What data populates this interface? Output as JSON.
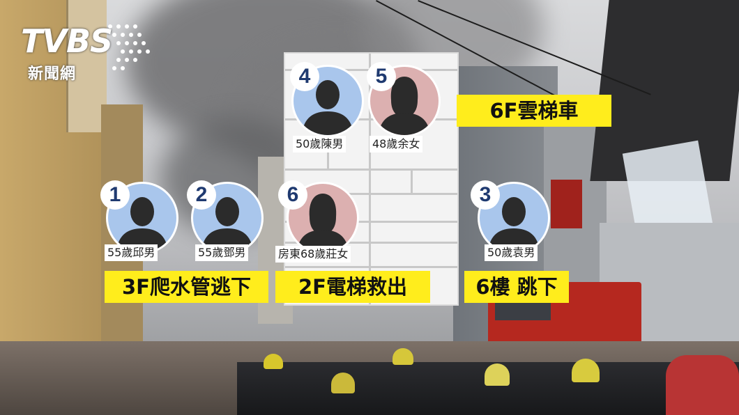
{
  "logo": {
    "brand": "TVBS",
    "subtitle": "新聞網",
    "color": "#ffffff"
  },
  "colors": {
    "caption_bg": "#ffed1c",
    "male_avatar": "#a9c6ec",
    "female_avatar": "#dcb0b0",
    "number_text": "#1f3a70"
  },
  "persons": [
    {
      "number": "1",
      "label": "55歲邱男",
      "gender": "male"
    },
    {
      "number": "2",
      "label": "55歲鄧男",
      "gender": "male"
    },
    {
      "number": "3",
      "label": "50歲袁男",
      "gender": "male"
    },
    {
      "number": "4",
      "label": "50歲陳男",
      "gender": "male"
    },
    {
      "number": "5",
      "label": "48歲余女",
      "gender": "female"
    },
    {
      "number": "6",
      "label": "房東68歲莊女",
      "gender": "female"
    }
  ],
  "captions": {
    "ladder": "6F雲梯車",
    "pipe": "3F爬水管逃下",
    "elevator": "2F電梯救出",
    "jump": "6樓 跳下"
  }
}
